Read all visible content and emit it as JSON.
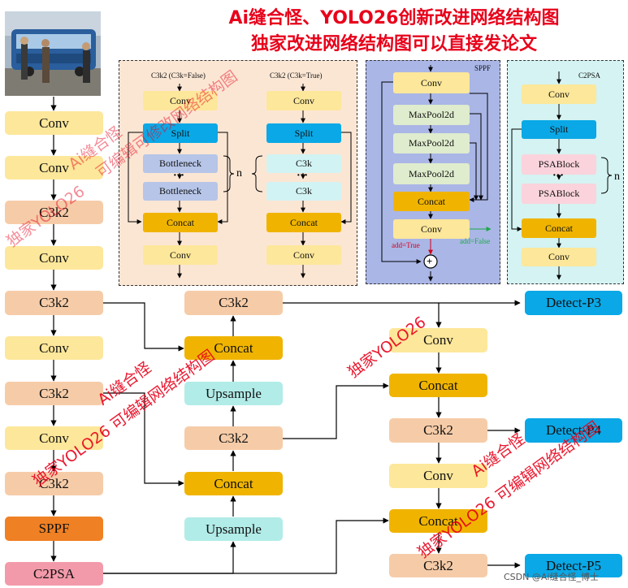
{
  "title": {
    "line1": "Ai缝合怪、YOLO26创新改进网络结构图",
    "line2": "独家改进网络结构图可以直接发论文"
  },
  "backbone": [
    "Conv",
    "Conv",
    "C3k2",
    "Conv",
    "C3k2",
    "Conv",
    "C3k2",
    "Conv",
    "C3k2",
    "SPPF",
    "C2PSA"
  ],
  "neck_mid": {
    "c3k2_top": "C3k2",
    "concat_1": "Concat",
    "upsample_1": "Upsample",
    "c3k2_mid": "C3k2",
    "concat_2": "Concat",
    "upsample_2": "Upsample"
  },
  "neck_right": {
    "conv_1": "Conv",
    "concat_1": "Concat",
    "c3k2_1": "C3k2",
    "conv_2": "Conv",
    "concat_2": "Concat",
    "c3k2_2": "C3k2"
  },
  "heads": [
    "Detect-P3",
    "Detect-P4",
    "Detect-P5"
  ],
  "panel_c3k2": {
    "left_title": "C3k2 (C3k=False)",
    "right_title": "C3k2 (C3k=True)",
    "conv": "Conv",
    "split": "Split",
    "bottleneck": "Bottleneck",
    "c3k": "C3k",
    "concat": "Concat",
    "dots": "···",
    "n": "n"
  },
  "panel_sppf": {
    "title": "SPPF",
    "conv": "Conv",
    "maxpool": "MaxPool2d",
    "concat": "Concat",
    "add_true": "add=True",
    "add_false": "add=False",
    "plus": "+"
  },
  "panel_c2psa": {
    "title": "C2PSA",
    "conv": "Conv",
    "split": "Split",
    "psablock": "PSABlock",
    "concat": "Concat",
    "dots": "···",
    "n": "n"
  },
  "watermarks": {
    "main": "Ai缝合怪",
    "edit": "可编辑可修改网络结构图",
    "exclusive": "独家YOLO26",
    "exclusive_edit": "独家YOLO26 可编辑网络结构图"
  },
  "footer": "CSDN @Ai缝合怪_博士",
  "colors": {
    "accent_red": "#e8001a",
    "conv": "#fde79a",
    "c3k2": "#f6cca8",
    "concat": "#f0b400",
    "upsample": "#b1ece8",
    "sppf": "#f08024",
    "c2psa": "#f39aaa",
    "detect": "#0aa8e6"
  }
}
